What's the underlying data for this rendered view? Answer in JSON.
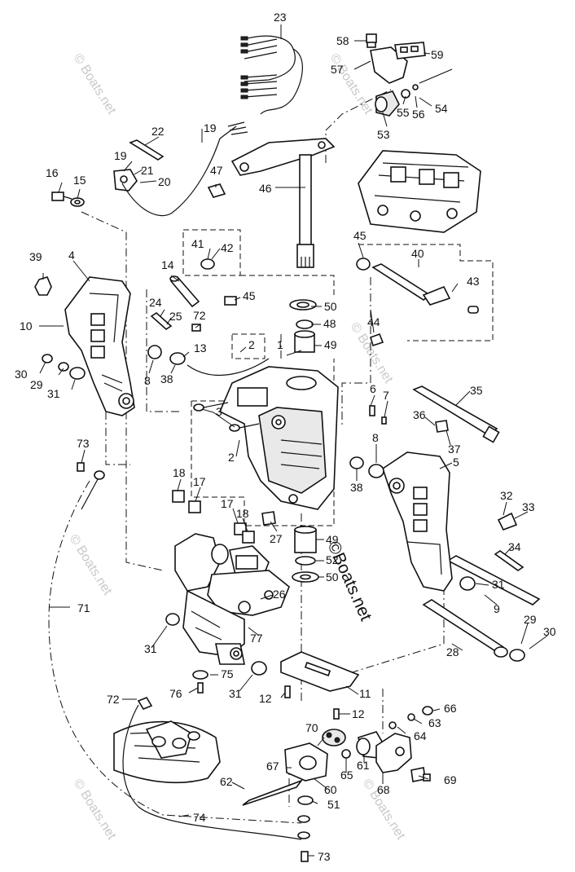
{
  "watermark": {
    "main": "©Boats.net",
    "tile": "© Boats.net"
  },
  "callouts": {
    "c1": "1",
    "c2a": "2",
    "c2b": "2",
    "c3": "3",
    "c4": "4",
    "c5": "5",
    "c6": "6",
    "c7": "7",
    "c8a": "8",
    "c8b": "8",
    "c9": "9",
    "c10": "10",
    "c11": "11",
    "c12a": "12",
    "c12b": "12",
    "c13": "13",
    "c14": "14",
    "c15": "15",
    "c16": "16",
    "c17a": "17",
    "c17b": "17",
    "c18a": "18",
    "c18b": "18",
    "c19a": "19",
    "c19b": "19",
    "c20": "20",
    "c21": "21",
    "c22": "22",
    "c23": "23",
    "c24": "24",
    "c25": "25",
    "c26": "26",
    "c27": "27",
    "c28": "28",
    "c29a": "29",
    "c29b": "29",
    "c30a": "30",
    "c30b": "30",
    "c31a": "31",
    "c31b": "31",
    "c31c": "31",
    "c31d": "31",
    "c32": "32",
    "c33": "33",
    "c34": "34",
    "c35": "35",
    "c36": "36",
    "c37": "37",
    "c38a": "38",
    "c38b": "38",
    "c39": "39",
    "c40": "40",
    "c41": "41",
    "c42": "42",
    "c43": "43",
    "c44": "44",
    "c45a": "45",
    "c45b": "45",
    "c46": "46",
    "c47": "47",
    "c48": "48",
    "c49a": "49",
    "c49b": "49",
    "c50a": "50",
    "c50b": "50",
    "c51": "51",
    "c52": "52",
    "c53": "53",
    "c54": "54",
    "c55": "55",
    "c56": "56",
    "c57": "57",
    "c58": "58",
    "c59": "59",
    "c60": "60",
    "c61": "61",
    "c62": "62",
    "c63": "63",
    "c64": "64",
    "c65": "65",
    "c66": "66",
    "c67": "67",
    "c68": "68",
    "c69": "69",
    "c70": "70",
    "c71": "71",
    "c72a": "72",
    "c72b": "72",
    "c73a": "73",
    "c73b": "73",
    "c74": "74",
    "c75": "75",
    "c76": "76",
    "c77": "77"
  }
}
